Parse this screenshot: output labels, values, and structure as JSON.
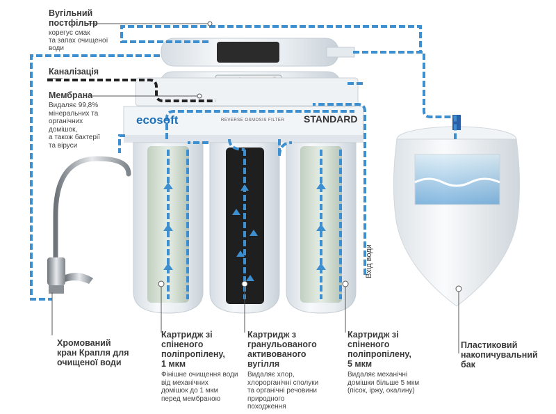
{
  "labels": {
    "postfilter": {
      "title_l1": "Вугільний",
      "title_l2": "постфільтр",
      "desc_l1": "корегує смак",
      "desc_l2": "та запах очищеної",
      "desc_l3": "води"
    },
    "drain": {
      "title": "Каналізація"
    },
    "membrane": {
      "title": "Мембрана",
      "desc_l1": "Видаляє 99,8%",
      "desc_l2": "мінеральних та",
      "desc_l3": "органічних",
      "desc_l4": "домішок,",
      "desc_l5": "а також бактерії",
      "desc_l6": "та віруси"
    },
    "faucet": {
      "title_l1": "Хромований",
      "title_l2": "кран Крапля для",
      "title_l3": "очищеної води"
    },
    "cart1": {
      "title_l1": "Картридж зі",
      "title_l2": "спіненого",
      "title_l3": "поліпропілену,",
      "title_l4": "1 мкм",
      "desc_l1": "Фінішне очищення води",
      "desc_l2": "від механічних",
      "desc_l3": "домішок до 1 мкм",
      "desc_l4": "перед мембраною"
    },
    "cart2": {
      "title_l1": "Картридж з",
      "title_l2": "гранульованого",
      "title_l3": "активованого",
      "title_l4": "вугілля",
      "desc_l1": "Видаляє хлор,",
      "desc_l2": "хлорорганічні сполуки",
      "desc_l3": "та органічні речовини",
      "desc_l4": "природного",
      "desc_l5": "походження"
    },
    "cart3": {
      "title_l1": "Картридж зі",
      "title_l2": "спіненого",
      "title_l3": "поліпропілену,",
      "title_l4": "5 мкм",
      "desc_l1": "Видаляє механічні",
      "desc_l2": "домішки більше 5 мкм",
      "desc_l3": "(пісок, іржу, окалину)"
    },
    "tank": {
      "title_l1": "Пластиковий",
      "title_l2": "накопичувальний",
      "title_l3": "бак"
    },
    "inlet": {
      "title": "Вхід води"
    }
  },
  "unit": {
    "brand": "ecosoft",
    "subtitle": "REVERSE OSMOSIS FILTER",
    "model": "STANDARD"
  },
  "colors": {
    "flow": "#3d8fd0",
    "drain": "#222222",
    "housing": "#e9eef2",
    "leader": "#555555"
  }
}
